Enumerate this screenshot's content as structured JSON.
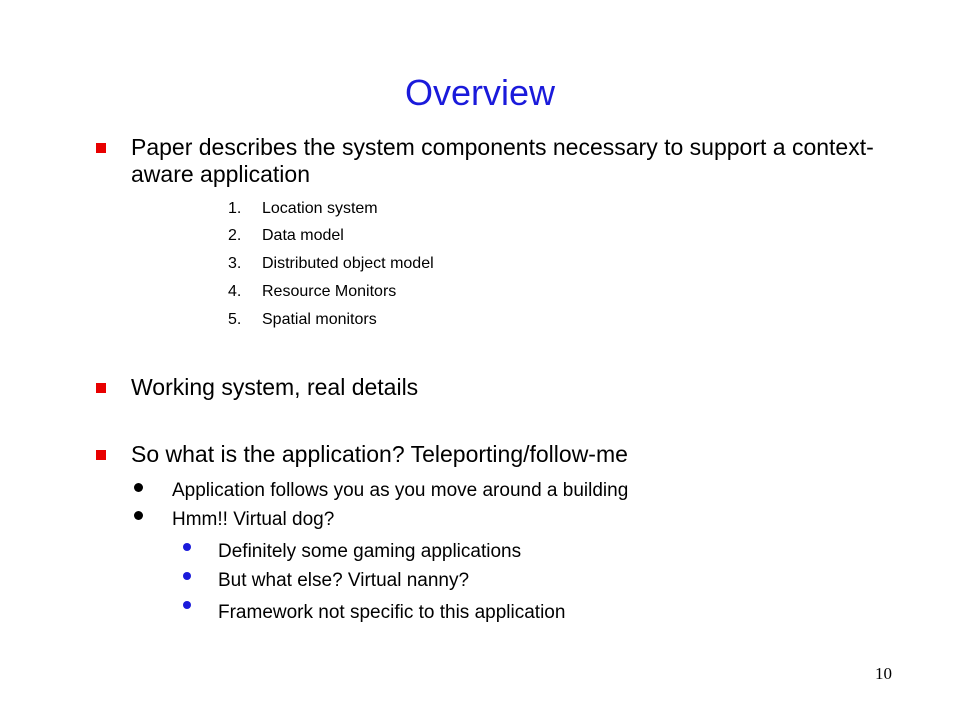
{
  "slide": {
    "title": "Overview",
    "bullet1": {
      "text": "Paper describes the system components necessary to support a context-aware application",
      "items": [
        {
          "num": "1.",
          "text": "Location system"
        },
        {
          "num": "2.",
          "text": "Data model"
        },
        {
          "num": "3.",
          "text": "Distributed object model"
        },
        {
          "num": "4.",
          "text": "Resource Monitors"
        },
        {
          "num": "5.",
          "text": "Spatial monitors"
        }
      ]
    },
    "bullet2": {
      "text": "Working system, real details"
    },
    "bullet3": {
      "text": "So what is the application?  Teleporting/follow-me",
      "subbullets": [
        {
          "text": "Application follows you as you move around a building"
        },
        {
          "text": "Hmm!!  Virtual dog?"
        }
      ],
      "subsubbullets": [
        {
          "text": "Definitely some gaming applications"
        },
        {
          "text": "But what else? Virtual nanny?"
        },
        {
          "text": "Framework not specific to this application"
        }
      ]
    },
    "page_number": "10"
  },
  "colors": {
    "title": "#1a1adb",
    "square_bullet": "#e80000",
    "sub_bullet": "#000000",
    "subsub_bullet": "#1a1adb"
  },
  "icons": {
    "level1_bullet": "red-square-bullet-icon",
    "level2_bullet": "black-dot-bullet-icon",
    "level3_bullet": "blue-dot-bullet-icon"
  }
}
